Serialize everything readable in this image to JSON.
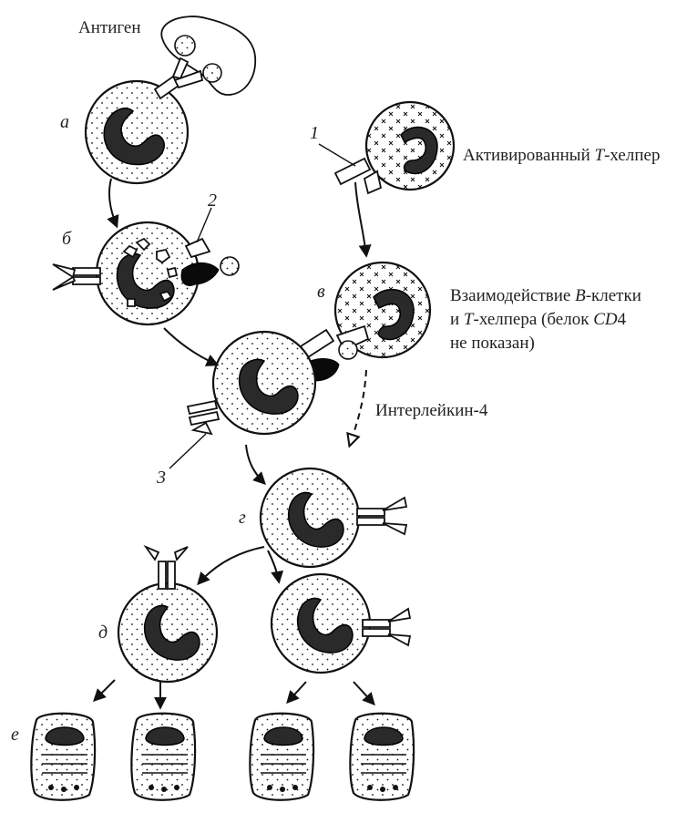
{
  "labels": {
    "antigen": "Антиген",
    "activated_pre": "Активированный ",
    "activated_T": "T",
    "activated_post": "-хелпер",
    "interaction_line1_pre": "Взаимодействие ",
    "interaction_line1_B": "B",
    "interaction_line1_post": "-клетки",
    "interaction_line2_pre": "и ",
    "interaction_line2_T": "T",
    "interaction_line2_mid": "-хелпера (белок ",
    "interaction_line2_CD": "CD",
    "interaction_line2_num": "4",
    "interaction_line3": "не показан)",
    "interleukin": "Интерлейкин-4"
  },
  "numbers": {
    "n1": "1",
    "n2": "2",
    "n3": "3"
  },
  "letters": {
    "a": "а",
    "b": "б",
    "v": "в",
    "g": "г",
    "d": "д",
    "e": "е"
  }
}
